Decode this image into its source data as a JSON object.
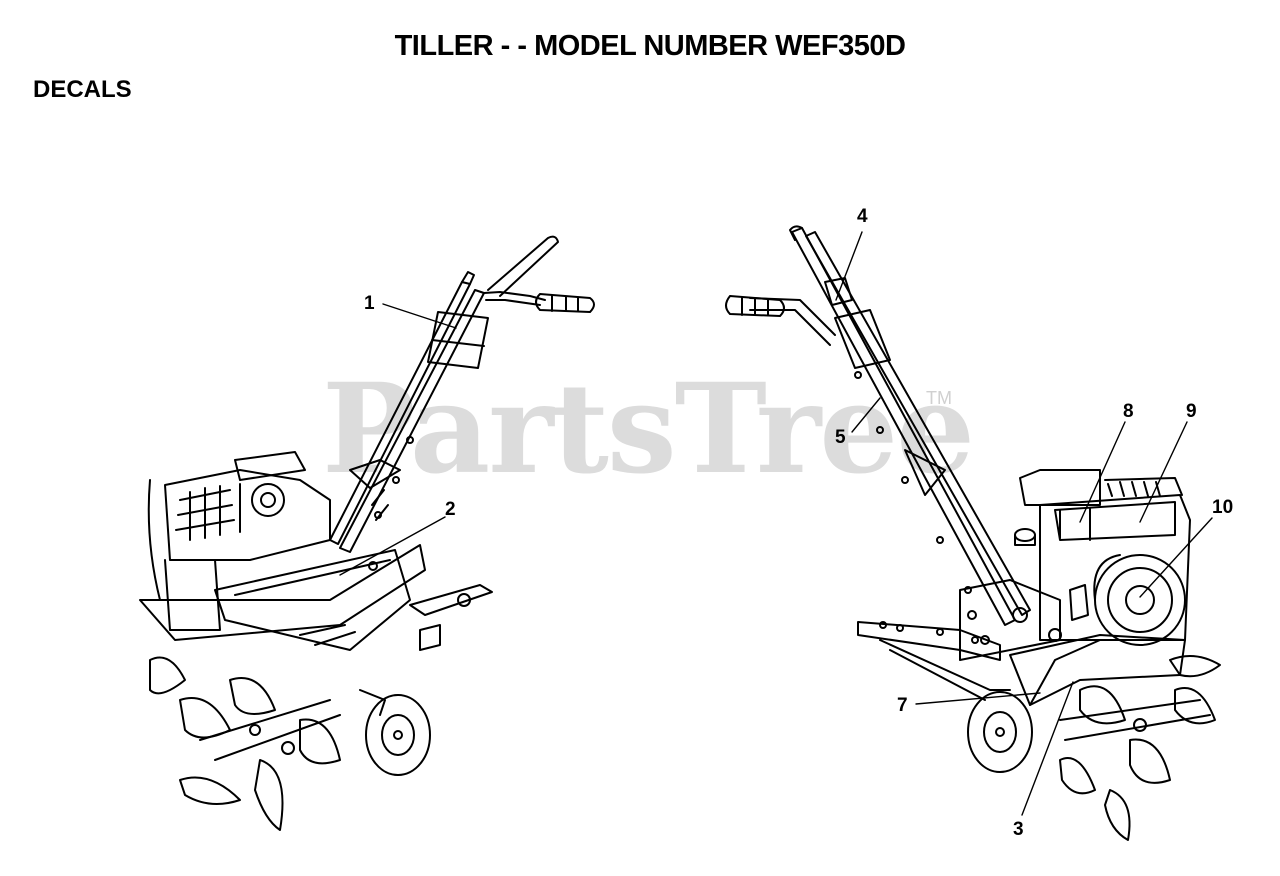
{
  "header": {
    "title": "TILLER - - MODEL NUMBER WEF350D",
    "section": "DECALS"
  },
  "watermark": {
    "brand": "PartsTree",
    "trademark": "TM"
  },
  "callouts": [
    "1",
    "2",
    "3",
    "4",
    "5",
    "7",
    "8",
    "9",
    "10"
  ]
}
